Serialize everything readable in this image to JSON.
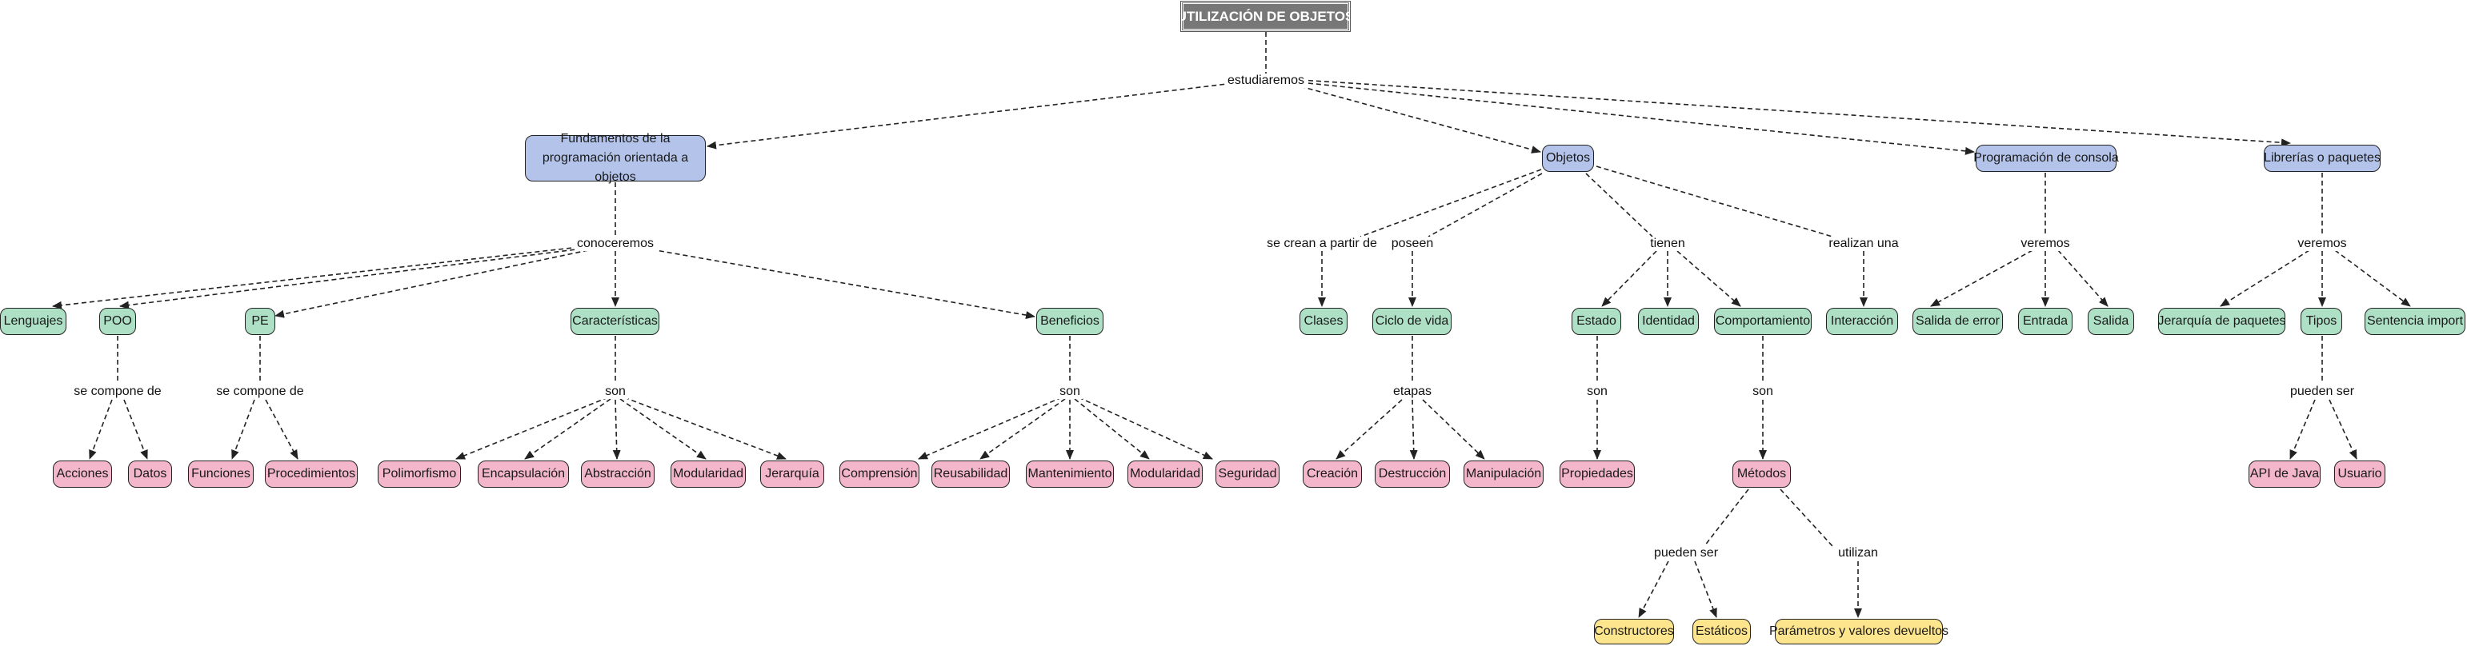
{
  "title": "UTILIZACIÓN DE OBJETOS",
  "link_labels": {
    "estudiaremos": "estudiaremos",
    "conoceremos": "conoceremos",
    "se_compone_de_poo": "se compone de",
    "se_compone_de_pe": "se compone de",
    "son_caracteristicas": "son",
    "son_beneficios": "son",
    "se_crean_a_partir_de": "se crean a partir de",
    "poseen": "poseen",
    "tienen": "tienen",
    "realizan_una": "realizan una",
    "etapas": "etapas",
    "son_estado": "son",
    "son_comportamiento": "son",
    "pueden_ser_metodos": "pueden ser",
    "utilizan": "utilizan",
    "veremos_consola": "veremos",
    "veremos_librerias": "veremos",
    "pueden_ser_tipos": "pueden ser"
  },
  "concepts": {
    "fundamentos": "Fundamentos de la programación orientada a objetos",
    "objetos": "Objetos",
    "consola": "Programación de consola",
    "librerias": "Librerías o paquetes",
    "lenguajes": "Lenguajes",
    "poo": "POO",
    "pe": "PE",
    "caracteristicas": "Características",
    "beneficios": "Beneficios",
    "acciones": "Acciones",
    "datos": "Datos",
    "funciones": "Funciones",
    "procedimientos": "Procedimientos",
    "polimorfismo": "Polimorfismo",
    "encapsulacion": "Encapsulación",
    "abstraccion": "Abstracción",
    "modularidad_c": "Modularidad",
    "jerarquia": "Jerarquía",
    "comprension": "Comprensión",
    "reusabilidad": "Reusabilidad",
    "mantenimiento": "Mantenimiento",
    "modularidad_b": "Modularidad",
    "seguridad": "Seguridad",
    "clases": "Clases",
    "ciclo_vida": "Ciclo de vida",
    "estado": "Estado",
    "identidad": "Identidad",
    "comportamiento": "Comportamiento",
    "interaccion": "Interacción",
    "creacion": "Creación",
    "destruccion": "Destrucción",
    "manipulacion": "Manipulación",
    "propiedades": "Propiedades",
    "metodos": "Métodos",
    "constructores": "Constructores",
    "estaticos": "Estáticos",
    "parametros": "Parámetros y valores devueltos",
    "salida_error": "Salida de error",
    "entrada": "Entrada",
    "salida": "Salida",
    "jerarquia_paquetes": "Jerarquía de paquetes",
    "tipos": "Tipos",
    "sentencia_import": "Sentencia import",
    "api_java": "API de Java",
    "usuario": "Usuario"
  },
  "colors": {
    "root": "#777777",
    "level1": "#b3c3ea",
    "level2": "#ade0c4",
    "level3": "#f3b6cb",
    "level4": "#fde58e",
    "link": "#222222"
  }
}
